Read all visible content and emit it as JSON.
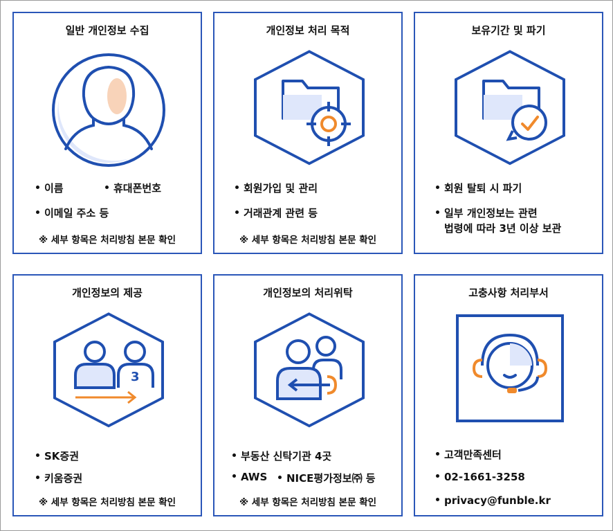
{
  "cards": [
    {
      "title": "일반 개인정보 수집",
      "items": [
        "이름",
        "휴대폰번호",
        "이메일 주소 등"
      ],
      "note": "※ 세부 항목은 처리방침 본문 확인",
      "icon": "user-circle-icon"
    },
    {
      "title": "개인정보 처리 목적",
      "items": [
        "회원가입 및 관리",
        "거래관계 관련 등"
      ],
      "note": "※ 세부 항목은 처리방침 본문 확인",
      "icon": "folder-target-icon"
    },
    {
      "title": "보유기간 및 파기",
      "items": [
        "회원 탈퇴 시 파기",
        "일부 개인정보는 관련",
        "법령에 따라 3년 이상 보관"
      ],
      "icon": "folder-clock-icon"
    },
    {
      "title": "개인정보의 제공",
      "items": [
        "SK증권",
        "키움증권"
      ],
      "note": "※ 세부 항목은 처리방침 본문 확인",
      "icon": "share-users-icon"
    },
    {
      "title": "개인정보의 처리위탁",
      "items": [
        "부동산 신탁기관 4곳",
        "AWS",
        "NICE평가정보㈜ 등"
      ],
      "note": "※ 세부 항목은 처리방침 본문 확인",
      "icon": "outsource-users-icon"
    },
    {
      "title": "고충사항 처리부서",
      "items": [
        "고객만족센터",
        "02-1661-3258",
        "privacy@funble.kr"
      ],
      "icon": "headset-icon"
    }
  ],
  "colors": {
    "border": "#2a56b8",
    "icon_stroke": "#1f4fb0",
    "icon_fill": "#dfe7fb",
    "accent": "#f08a2c"
  }
}
